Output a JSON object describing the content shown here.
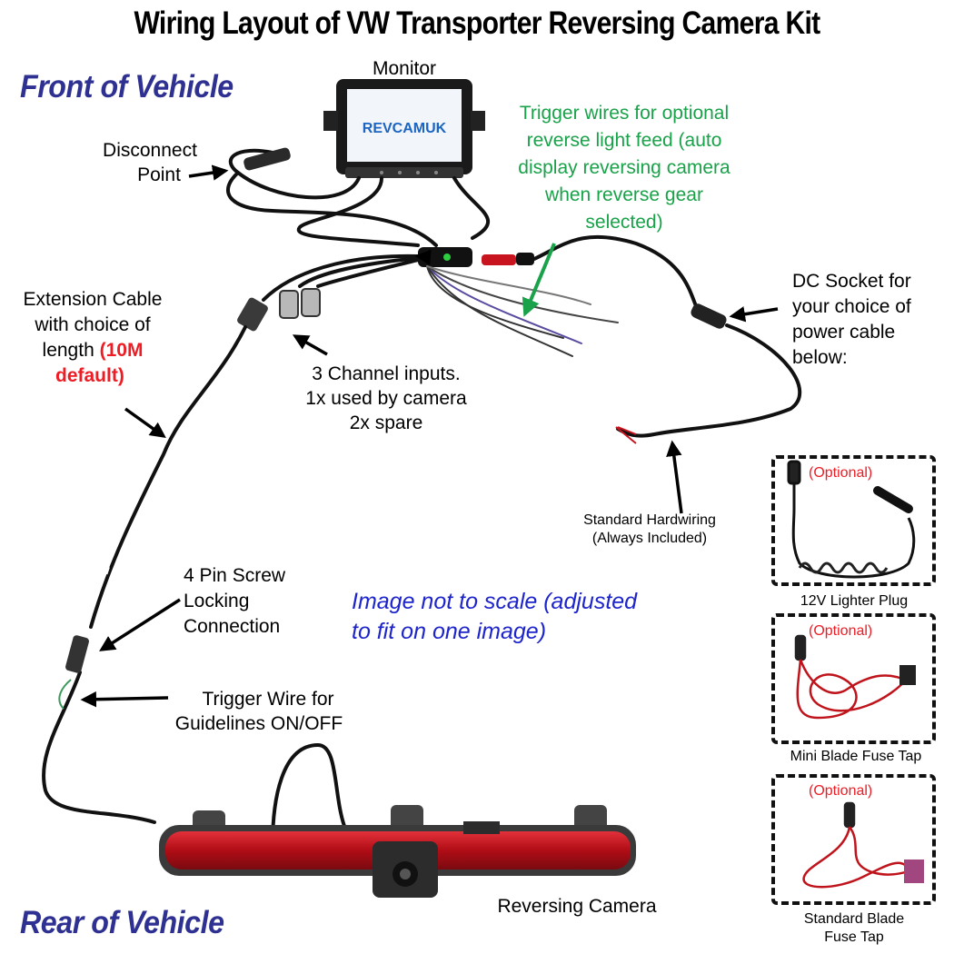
{
  "title": "Wiring Layout of VW Transporter Reversing Camera Kit",
  "front_label": "Front of Vehicle",
  "rear_label": "Rear of Vehicle",
  "monitor": {
    "label": "Monitor",
    "brand_text": "REVCAMUK"
  },
  "labels": {
    "disconnect_line1": "Disconnect",
    "disconnect_line2": "Point",
    "trigger_wires": [
      "Trigger wires for optional",
      "reverse light feed (auto",
      "display reversing camera",
      "when reverse gear",
      "selected)"
    ],
    "dc_socket": [
      "DC Socket for",
      "your choice of",
      "power cable",
      "below:"
    ],
    "extension_lines": [
      "Extension Cable",
      "with choice of",
      "length"
    ],
    "extension_red_1": "(10M",
    "extension_red_2": "default)",
    "channel_inputs": [
      "3 Channel inputs.",
      "1x used by camera",
      "2x spare"
    ],
    "hardwiring": [
      "Standard Hardwiring",
      "(Always Included)"
    ],
    "screw_lock": [
      "4 Pin Screw",
      "Locking",
      "Connection"
    ],
    "not_to_scale": [
      "Image not to scale (adjusted",
      "to fit on one image)"
    ],
    "trigger_guidelines": [
      "Trigger Wire for",
      "Guidelines ON/OFF"
    ],
    "reversing_camera": "Reversing Camera"
  },
  "options": [
    {
      "badge": "(Optional)",
      "caption": [
        "12V Lighter Plug"
      ]
    },
    {
      "badge": "(Optional)",
      "caption": [
        "Mini Blade Fuse Tap"
      ]
    },
    {
      "badge": "(Optional)",
      "caption": [
        "Standard Blade",
        "Fuse Tap"
      ]
    }
  ],
  "colors": {
    "title_text": "#000000",
    "vehicle_label": "#2e3192",
    "trigger_green": "#1aa24a",
    "red_note": "#ee1c24",
    "scale_note_blue": "#1d24cc",
    "brake_light_red": "#c8141e"
  }
}
